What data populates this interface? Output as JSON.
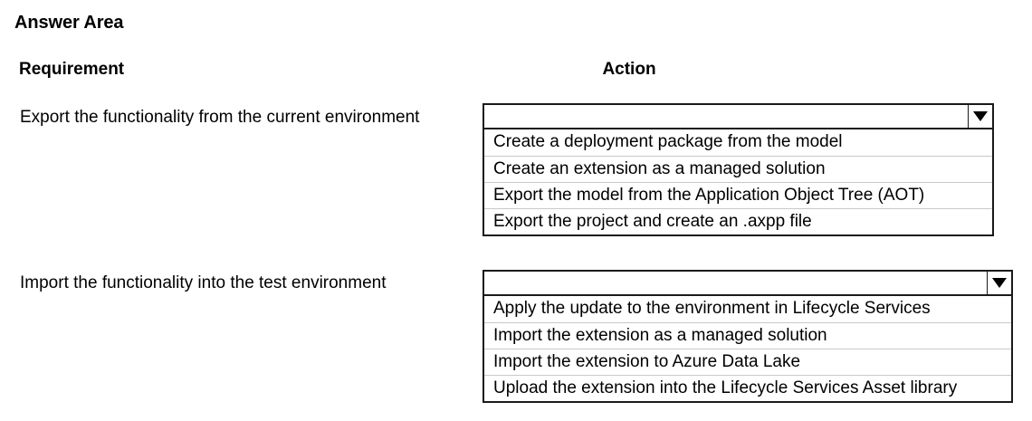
{
  "page": {
    "title": "Answer Area",
    "background_color": "#ffffff",
    "text_color": "#000000",
    "border_color": "#1a1a1a",
    "separator_color": "#c9c9c9"
  },
  "columns": {
    "requirement_header": "Requirement",
    "action_header": "Action"
  },
  "rows": [
    {
      "requirement": "Export the functionality from the current environment",
      "dropdown": {
        "selected_value": "",
        "expanded": true,
        "arrow_icon": "chevron-down-icon",
        "options": [
          "Create a deployment package from the model",
          "Create an extension as a managed solution",
          "Export the model from the Application Object Tree (AOT)",
          "Export the project and create an .axpp file"
        ]
      }
    },
    {
      "requirement": "Import the functionality into the test environment",
      "dropdown": {
        "selected_value": "",
        "expanded": true,
        "arrow_icon": "chevron-down-icon",
        "options": [
          "Apply the update to the environment in Lifecycle Services",
          "Import the extension as a managed solution",
          "Import the extension to Azure Data Lake",
          "Upload the extension into the Lifecycle Services Asset library"
        ]
      }
    }
  ]
}
